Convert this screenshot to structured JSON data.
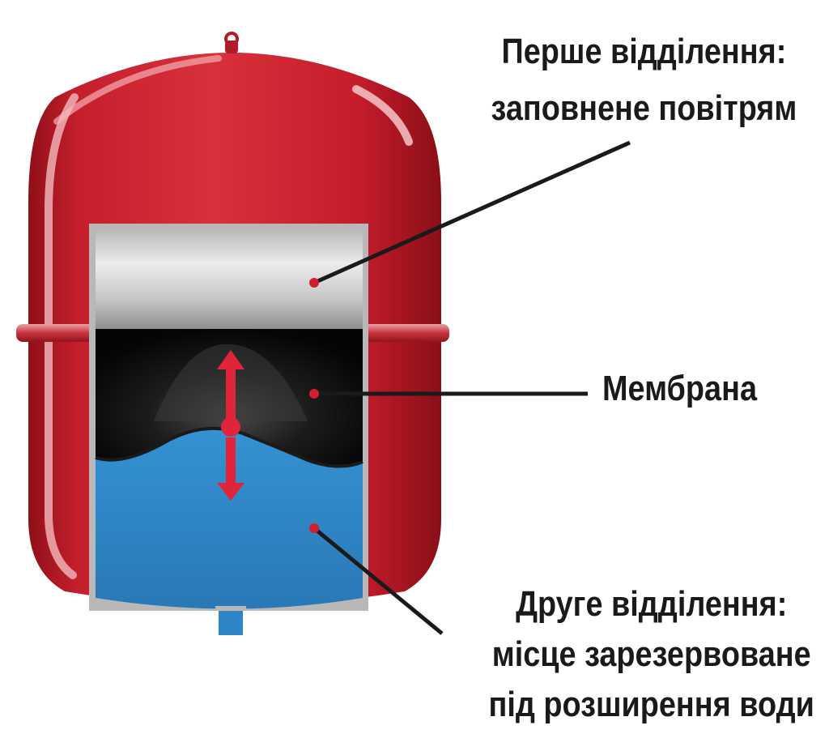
{
  "labels": {
    "first_compartment": [
      "Перше відділення:",
      "заповнене повітрям"
    ],
    "membrane": "Мембрана",
    "second_compartment": [
      "Друге відділення:",
      "місце зарезервоване",
      "під розширення води"
    ]
  },
  "colors": {
    "tank_red": "#c8202e",
    "air_silver": "#c9c9c9",
    "membrane_black": "#0b0b0b",
    "water_blue": "#2f86c6",
    "arrow_red": "#e0253a",
    "leader_line": "#1a1a1a"
  }
}
